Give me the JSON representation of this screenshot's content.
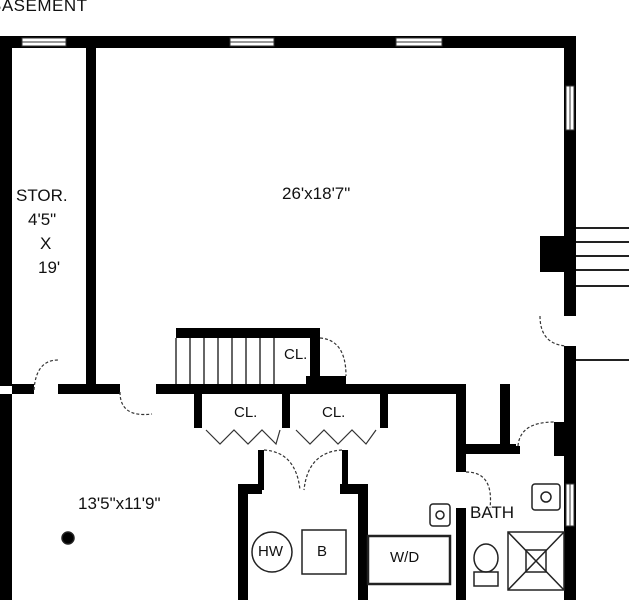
{
  "plan": {
    "title": "BASEMENT",
    "rooms": {
      "main": "26'x18'7\"",
      "storage_name": "STOR.",
      "storage_dim1": "4'5\"",
      "storage_x": "X",
      "storage_dim2": "19'",
      "lower": "13'5\"x11'9\"",
      "closet_stairs": "CL.",
      "closet_left": "CL.",
      "closet_right": "CL.",
      "bath": "BATH",
      "hw": "HW",
      "b": "B",
      "wd": "W/D"
    },
    "colors": {
      "wall": "#000000",
      "line": "#222222",
      "background": "#ffffff"
    }
  }
}
